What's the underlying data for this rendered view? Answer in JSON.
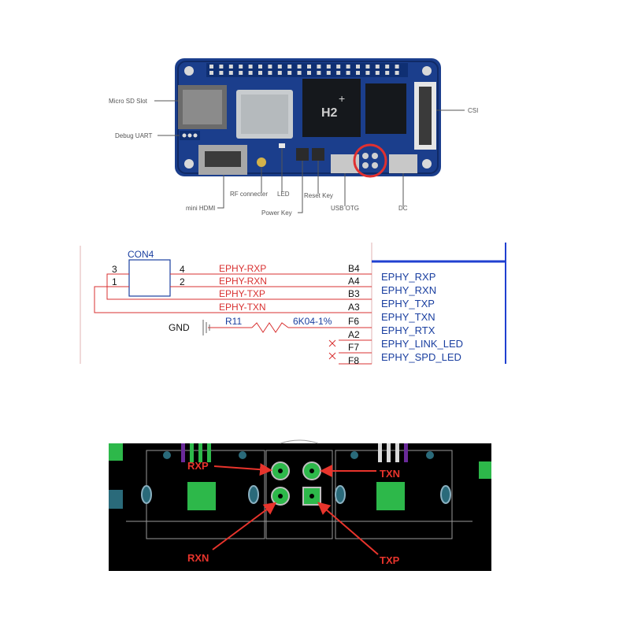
{
  "board": {
    "labels": {
      "micro_sd": "Micro SD Slot",
      "debug_uart": "Debug UART",
      "mini_hdmi": "mini HDMI",
      "rf_connector": "RF connecter",
      "led": "LED",
      "power_key": "Power Key",
      "reset_key": "Reset Key",
      "usb_otg": "USB OTG",
      "dc": "DC",
      "csi": "CSI"
    },
    "chip": {
      "brand": "H2",
      "trademark": "+"
    },
    "colors": {
      "pcb": "#1b3e8c",
      "pcb_dark": "#102a66",
      "highlight": "#e03030"
    }
  },
  "schematic": {
    "connector_name": "CON4",
    "pins": {
      "tl": "3",
      "tr": "4",
      "bl": "1",
      "br": "2"
    },
    "nets": [
      {
        "net": "EPHY-RXP",
        "pin": "B4"
      },
      {
        "net": "EPHY-RXN",
        "pin": "A4"
      },
      {
        "net": "EPHY-TXP",
        "pin": "B3"
      },
      {
        "net": "EPHY-TXN",
        "pin": "A3"
      }
    ],
    "gnd": "GND",
    "resistor": {
      "ref": "R11",
      "value": "6K04-1%",
      "pin": "F6"
    },
    "extra_pins": [
      "A2",
      "F7",
      "F8"
    ],
    "chip_pins": [
      "EPHY_RXP",
      "EPHY_RXN",
      "EPHY_TXP",
      "EPHY_TXN",
      "EPHY_RTX",
      "EPHY_LINK_LED",
      "EPHY_SPD_LED"
    ],
    "colors": {
      "wire": "#d83030",
      "text_blue": "#1a3fa0",
      "bus": "#2040d0"
    }
  },
  "pcb_view": {
    "labels": {
      "rxp": "RXP",
      "txn": "TXN",
      "rxn": "RXN",
      "txp": "TXP"
    },
    "colors": {
      "bg": "#000000",
      "pad": "#2db84a",
      "label": "#e8342c",
      "outline": "#9a9a9a"
    }
  }
}
